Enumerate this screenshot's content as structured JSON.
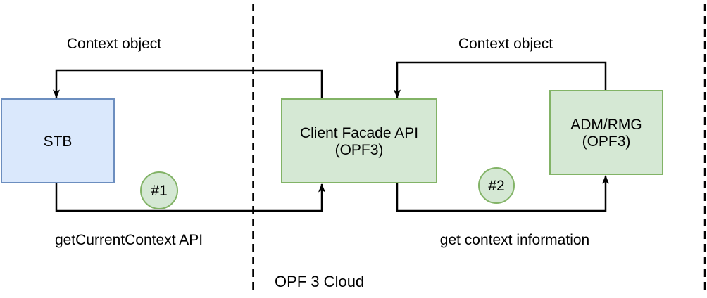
{
  "colors": {
    "blue_fill": "#dae8fc",
    "blue_stroke": "#6c8ebf",
    "green_fill": "#d5e8d4",
    "green_stroke": "#82b366",
    "line": "#000000"
  },
  "nodes": {
    "stb": {
      "label": "STB"
    },
    "client_facade": {
      "label_line1": "Client Facade API",
      "label_line2": "(OPF3)"
    },
    "adm_rmg": {
      "label_line1": "ADM/RMG",
      "label_line2": "(OPF3)"
    }
  },
  "edges": {
    "context_object_left": {
      "label": "Context object"
    },
    "context_object_right": {
      "label": "Context object"
    },
    "get_current_context": {
      "label": "getCurrentContext API"
    },
    "get_context_information": {
      "label": "get context information"
    }
  },
  "badges": {
    "step1": {
      "label": "#1"
    },
    "step2": {
      "label": "#2"
    }
  },
  "region": {
    "label": "OPF 3 Cloud"
  }
}
